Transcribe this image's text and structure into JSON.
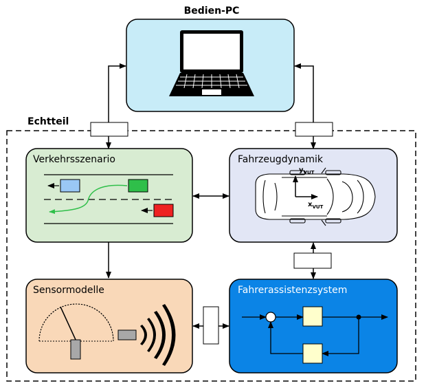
{
  "pc": {
    "title": "Bedien-PC"
  },
  "region": {
    "title": "Echtteil"
  },
  "blocks": {
    "verkehr": {
      "title": "Verkehrsszenario",
      "color": "#d8ecd2"
    },
    "fahrzeug": {
      "title": "Fahrzeugdynamik",
      "color": "#e2e6f5"
    },
    "sensor": {
      "title": "Sensormodelle",
      "color": "#f9d8b8"
    },
    "fas": {
      "title": "Fahrerassistenzsystem",
      "color": "#0b84e6"
    }
  },
  "axes": {
    "y": "y",
    "y_sub": "VUT",
    "x": "x",
    "x_sub": "VUT"
  },
  "colors": {
    "pc_fill": "#c8ecf8",
    "car_blue": "#9ac8f5",
    "car_green": "#2fbf4a",
    "car_red": "#ee2222",
    "arrow_green": "#2fbf4a",
    "sensor_gray": "#a8a8a8",
    "block_yellow": "#ffffcc"
  }
}
